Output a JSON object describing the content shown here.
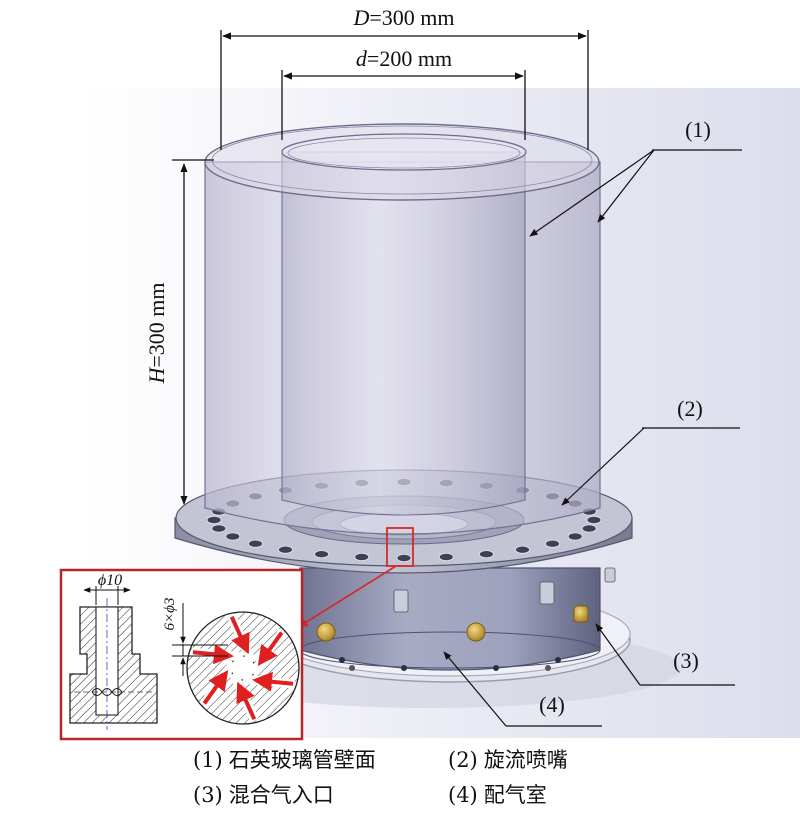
{
  "dimensions": {
    "outer_diameter": {
      "symbol": "D",
      "value": "=300 mm"
    },
    "inner_diameter": {
      "symbol": "d",
      "value": "=200 mm"
    },
    "height": {
      "symbol": "H",
      "value": "=300 mm"
    }
  },
  "callouts": [
    "(1)",
    "(2)",
    "(3)",
    "(4)"
  ],
  "inset": {
    "bore_label": "ϕ10",
    "holes_label": "6×ϕ3"
  },
  "legend": [
    {
      "number": "(1)",
      "text": "石英玻璃管壁面"
    },
    {
      "number": "(2)",
      "text": "旋流喷嘴"
    },
    {
      "number": "(3)",
      "text": "混合气入口"
    },
    {
      "number": "(4)",
      "text": "配气室"
    }
  ],
  "colors": {
    "inset_border": "#b3262b",
    "arrow_red": "#e02020",
    "brass": "#c9a43a",
    "glass": "#c9c6de",
    "steel": "#8b8fa8"
  }
}
